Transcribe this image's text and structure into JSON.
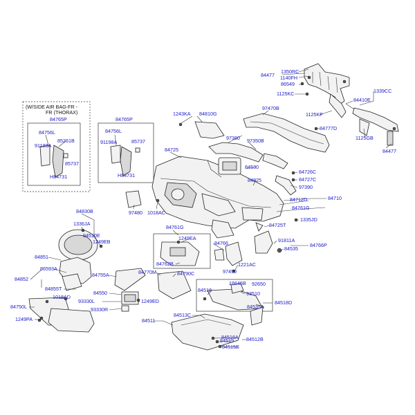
{
  "notes": {
    "airbag_line1": "(W/SIDE AIR BAG-FR -",
    "airbag_line2": "FR (THORAX)"
  },
  "labels": [
    {
      "id": "84477_top",
      "text": "84477"
    },
    {
      "id": "1350RC",
      "text": "1350RC"
    },
    {
      "id": "1140FH",
      "text": "1140FH"
    },
    {
      "id": "86549",
      "text": "86549"
    },
    {
      "id": "1125KC",
      "text": "1125KC"
    },
    {
      "id": "1339CC",
      "text": "1339CC"
    },
    {
      "id": "84410E",
      "text": "84410E"
    },
    {
      "id": "1125KF",
      "text": "1125KF"
    },
    {
      "id": "84777D",
      "text": "84777D"
    },
    {
      "id": "1125GB",
      "text": "1125GB"
    },
    {
      "id": "84477_bot",
      "text": "84477"
    },
    {
      "id": "84765P_a",
      "text": "84765P"
    },
    {
      "id": "84756L_a",
      "text": "84756L"
    },
    {
      "id": "91198A_a",
      "text": "91198A"
    },
    {
      "id": "85261B",
      "text": "85261B"
    },
    {
      "id": "85737_a",
      "text": "85737"
    },
    {
      "id": "H84731_a",
      "text": "H84731"
    },
    {
      "id": "84765P_b",
      "text": "84765P"
    },
    {
      "id": "84756L_b",
      "text": "84756L"
    },
    {
      "id": "91198A_b",
      "text": "91198A"
    },
    {
      "id": "85737_b",
      "text": "85737"
    },
    {
      "id": "H84731_b",
      "text": "H84731"
    },
    {
      "id": "1243KA",
      "text": "1243KA"
    },
    {
      "id": "84810G",
      "text": "84810G"
    },
    {
      "id": "97470B",
      "text": "97470B"
    },
    {
      "id": "97380",
      "text": "97380"
    },
    {
      "id": "97350B",
      "text": "97350B"
    },
    {
      "id": "84725",
      "text": "84725"
    },
    {
      "id": "84530",
      "text": "84530"
    },
    {
      "id": "84726C",
      "text": "84726C"
    },
    {
      "id": "84727C",
      "text": "84727C"
    },
    {
      "id": "84825",
      "text": "84825"
    },
    {
      "id": "97390",
      "text": "97390"
    },
    {
      "id": "84710",
      "text": "84710"
    },
    {
      "id": "84712D",
      "text": "84712D"
    },
    {
      "id": "84761G_r",
      "text": "84761G"
    },
    {
      "id": "97480",
      "text": "97480"
    },
    {
      "id": "1018AC",
      "text": "1018AC"
    },
    {
      "id": "1335JD",
      "text": "1335JD"
    },
    {
      "id": "84830B",
      "text": "84830B"
    },
    {
      "id": "1336JA",
      "text": "1336JA"
    },
    {
      "id": "94510E",
      "text": "94510E"
    },
    {
      "id": "1249EB",
      "text": "1249EB"
    },
    {
      "id": "84761G_c",
      "text": "84761G"
    },
    {
      "id": "84725T",
      "text": "84725T"
    },
    {
      "id": "1249EA",
      "text": "1249EA"
    },
    {
      "id": "91811A",
      "text": "91811A"
    },
    {
      "id": "84766",
      "text": "84766"
    },
    {
      "id": "84535",
      "text": "84535"
    },
    {
      "id": "84766P",
      "text": "84766P"
    },
    {
      "id": "84851",
      "text": "84851"
    },
    {
      "id": "86593A",
      "text": "86593A"
    },
    {
      "id": "84762B",
      "text": "84762B"
    },
    {
      "id": "1221AC",
      "text": "1221AC"
    },
    {
      "id": "84852",
      "text": "84852"
    },
    {
      "id": "84755A",
      "text": "84755A"
    },
    {
      "id": "84770M",
      "text": "84770M"
    },
    {
      "id": "84790C",
      "text": "84790C"
    },
    {
      "id": "97490",
      "text": "97490"
    },
    {
      "id": "84855T",
      "text": "84855T"
    },
    {
      "id": "18645B",
      "text": "18645B"
    },
    {
      "id": "92650",
      "text": "92650"
    },
    {
      "id": "1018AD",
      "text": "1018AD"
    },
    {
      "id": "84518",
      "text": "84518"
    },
    {
      "id": "93510",
      "text": "93510"
    },
    {
      "id": "84550",
      "text": "84550"
    },
    {
      "id": "84750L",
      "text": "84750L"
    },
    {
      "id": "93330L",
      "text": "93330L"
    },
    {
      "id": "1249ED",
      "text": "1249ED"
    },
    {
      "id": "84518D",
      "text": "84518D"
    },
    {
      "id": "84535A",
      "text": "84535A"
    },
    {
      "id": "93330R",
      "text": "93330R"
    },
    {
      "id": "1249PA",
      "text": "1249PA"
    },
    {
      "id": "84513C",
      "text": "84513C"
    },
    {
      "id": "84511",
      "text": "84511"
    },
    {
      "id": "84516A",
      "text": "84516A"
    },
    {
      "id": "84512B",
      "text": "84512B"
    },
    {
      "id": "84519",
      "text": "84519"
    },
    {
      "id": "84515E",
      "text": "84515E"
    }
  ]
}
